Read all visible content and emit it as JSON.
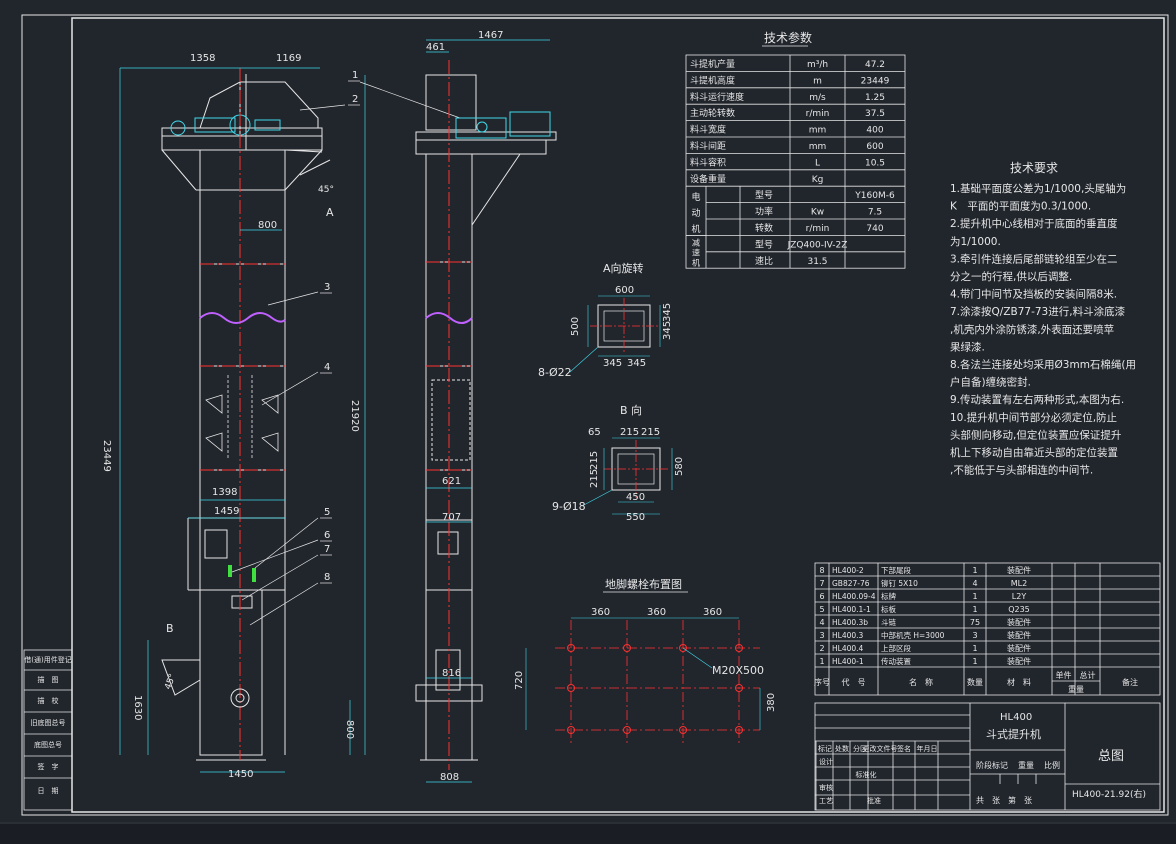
{
  "drawing": {
    "title_block": {
      "model": "HL400",
      "name": "斗式提升机",
      "drawing_type": "总图",
      "drawing_no": "HL400-21.92(右)",
      "scale_label": "阶段标记",
      "weight_label": "重量",
      "ratio_label": "比例",
      "sheet_label": "共　张　第　张",
      "rows": [
        "标记",
        "处数",
        "分区",
        "更改文件号",
        "签名",
        "年月日"
      ],
      "roles": [
        "设计",
        "标准化",
        "审核",
        "工艺",
        "批准"
      ]
    },
    "tech_params": {
      "title": "技术参数",
      "rows": [
        {
          "name": "斗提机产量",
          "unit": "m³/h",
          "value": "47.2"
        },
        {
          "name": "斗提机高度",
          "unit": "m",
          "value": "23449"
        },
        {
          "name": "料斗运行速度",
          "unit": "m/s",
          "value": "1.25"
        },
        {
          "name": "主动轮转数",
          "unit": "r/min",
          "value": "37.5"
        },
        {
          "name": "料斗宽度",
          "unit": "mm",
          "value": "400"
        },
        {
          "name": "料斗间距",
          "unit": "mm",
          "value": "600"
        },
        {
          "name": "料斗容积",
          "unit": "L",
          "value": "10.5"
        },
        {
          "name": "设备重量",
          "unit": "Kg",
          "value": ""
        }
      ],
      "motor_group": "电动机",
      "motor_rows": [
        {
          "name": "型号",
          "unit": "",
          "value": "Y160M-6"
        },
        {
          "name": "功率",
          "unit": "Kw",
          "value": "7.5"
        },
        {
          "name": "转数",
          "unit": "r/min",
          "value": "740"
        }
      ],
      "reducer_group": "减速机",
      "reducer_rows": [
        {
          "name": "型号",
          "unit": "",
          "value": "JZQ400-IV-2Z"
        },
        {
          "name": "速比",
          "unit": "",
          "value": "31.5"
        }
      ]
    },
    "tech_requirements": {
      "title": "技术要求",
      "lines": [
        "1.基础平面度公差为1/1000,头尾轴为",
        "K　平面的平面度为0.3/1000.",
        "2.提升机中心线相对于底面的垂直度",
        "为1/1000.",
        "3.牵引件连接后尾部链轮组至少在二",
        "分之一的行程,供以后调整.",
        "4.带门中间节及挡板的安装间隔8米.",
        "7.涂漆按Q/ZB77-73进行,料斗涂底漆",
        ",机壳内外涂防锈漆,外表面还要喷苹",
        "果绿漆.",
        "8.各法兰连接处均采用Ø3mm石棉绳(用",
        "户自备)缠绕密封.",
        "9.传动装置有左右两种形式,本图为右.",
        "10.提升机中间节部分必须定位,防止",
        "头部侧向移动,但定位装置应保证提升",
        "机上下移动自由靠近头部的定位装置",
        ",不能低于与头部相连的中间节."
      ]
    },
    "parts_list": {
      "headers": [
        "序号",
        "代　号",
        "名　称",
        "数量",
        "材　料",
        "单件",
        "总计",
        "备注"
      ],
      "weight_header": "重量",
      "rows": [
        {
          "no": "8",
          "code": "HL400-2",
          "name": "下部尾段",
          "qty": "1",
          "material": "装配件"
        },
        {
          "no": "7",
          "code": "GB827-76",
          "name": "铆钉 5X10",
          "qty": "4",
          "material": "ML2"
        },
        {
          "no": "6",
          "code": "HL400.09-4",
          "name": "标牌",
          "qty": "1",
          "material": "L2Y"
        },
        {
          "no": "5",
          "code": "HL400.1-1",
          "name": "标板",
          "qty": "1",
          "material": "Q235"
        },
        {
          "no": "4",
          "code": "HL400.3b",
          "name": "斗链",
          "qty": "75",
          "material": "装配件"
        },
        {
          "no": "3",
          "code": "HL400.3",
          "name": "中部机壳  H=3000",
          "qty": "3",
          "material": "装配件"
        },
        {
          "no": "2",
          "code": "HL400.4",
          "name": "上部区段",
          "qty": "1",
          "material": "装配件"
        },
        {
          "no": "1",
          "code": "HL400-1",
          "name": "传动装置",
          "qty": "1",
          "material": "装配件"
        }
      ]
    },
    "side_block": [
      "借(通)用件登记",
      "描　图",
      "描　校",
      "旧底图总号",
      "底图总号",
      "签　字",
      "日　期"
    ],
    "views": {
      "view_a": {
        "title": "A向旋转",
        "w": "600",
        "h": "500",
        "d1": "345",
        "d2": "345",
        "d3": "345",
        "d4": "345",
        "holes": "8-Ø22"
      },
      "view_b": {
        "title": "B 向",
        "d65": "65",
        "d215a": "215",
        "d215b": "215",
        "dh1": "215",
        "dh2": "215",
        "h": "580",
        "w450": "450",
        "w550": "550",
        "holes": "9-Ø18"
      },
      "anchor": {
        "title": "地脚螺栓布置图",
        "d1": "360",
        "d2": "360",
        "d3": "360",
        "h720": "720",
        "h380": "380",
        "bolt": "M20X500"
      },
      "front": {
        "w1358": "1358",
        "w1169": "1169",
        "d800": "800",
        "d23449": "23449",
        "d21920": "21920",
        "w1398": "1398",
        "w1459": "1459",
        "h1630": "1630",
        "h800": "800",
        "w1450": "1450",
        "angle45": "45°",
        "labelA": "A",
        "labelB": "B"
      },
      "side": {
        "w461": "461",
        "w1467": "1467",
        "w621": "621",
        "w707": "707",
        "w816": "816",
        "w808": "808"
      },
      "callouts": [
        "1",
        "2",
        "3",
        "4",
        "5",
        "6",
        "7",
        "8"
      ]
    },
    "colors": {
      "bg": "#21262d",
      "frame": "#e6e6e6",
      "red": "#ff3030",
      "cyan": "#40d8e8",
      "yellow": "#f0e68c",
      "green": "#40e040",
      "magenta": "#c060ff",
      "dim": "#40d8e8"
    }
  }
}
